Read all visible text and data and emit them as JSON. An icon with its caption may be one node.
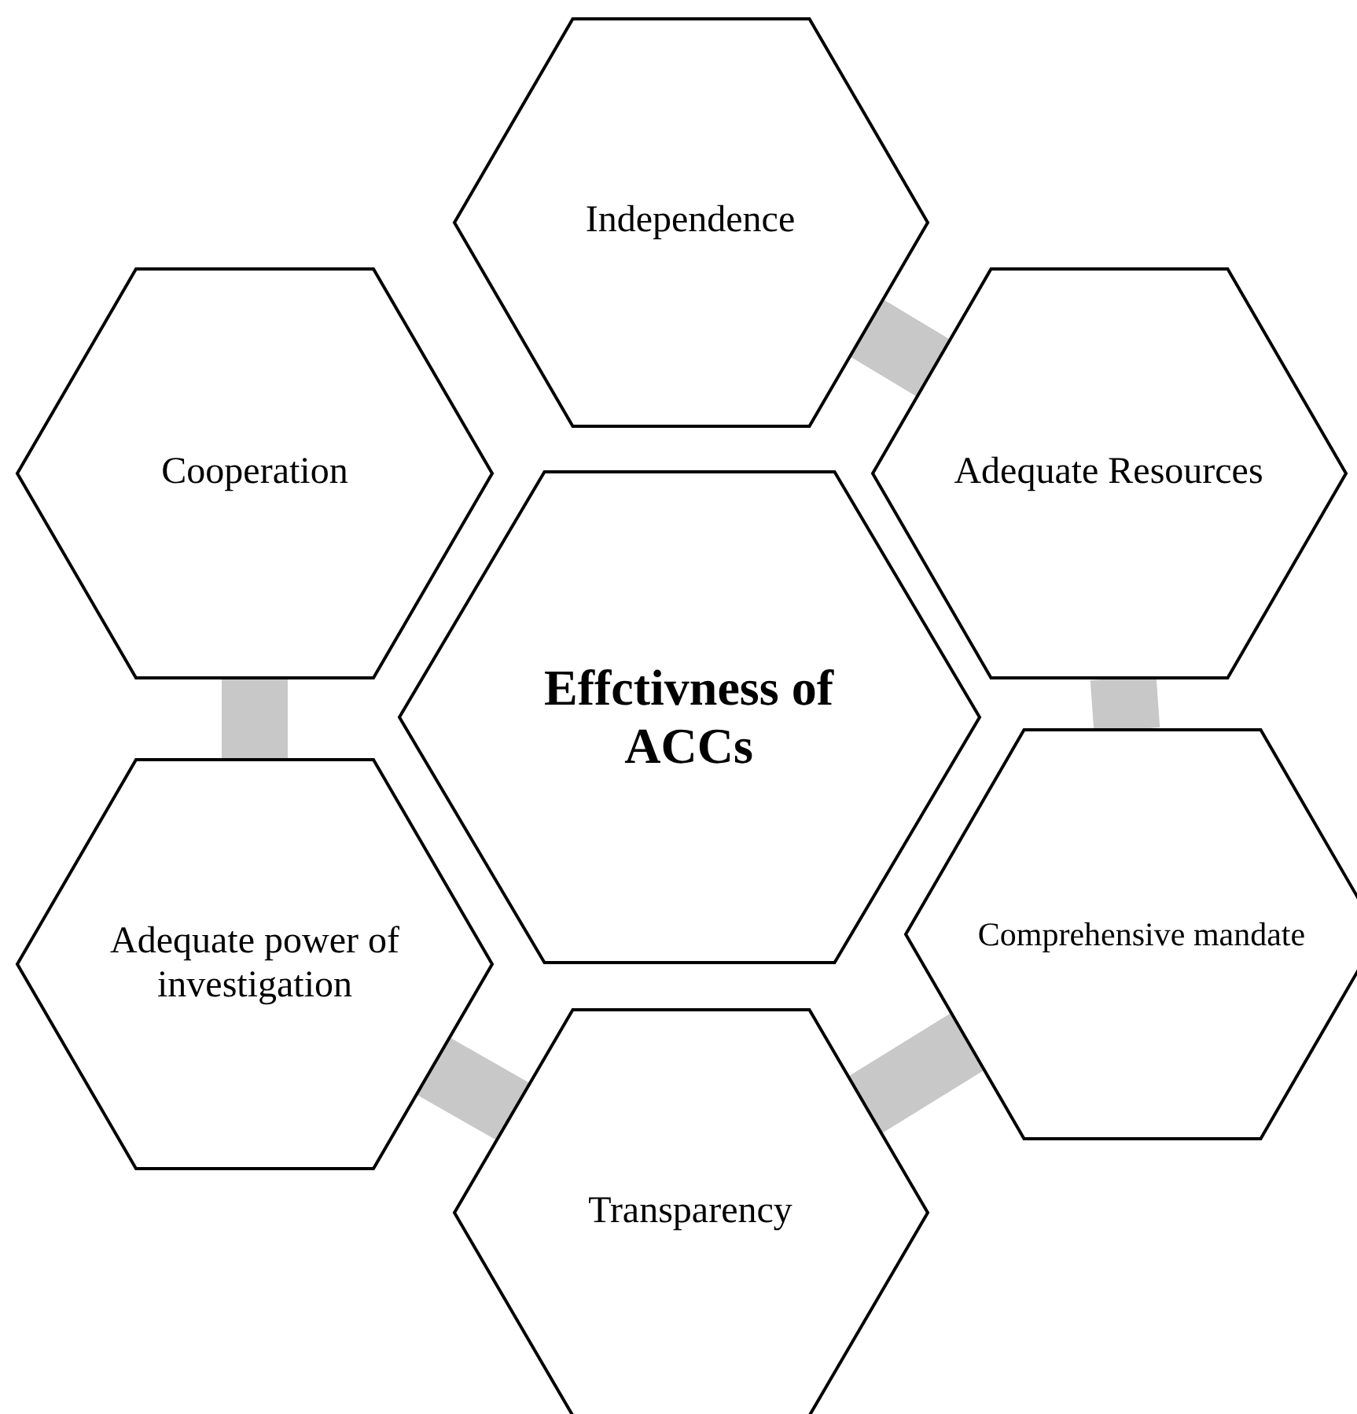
{
  "diagram": {
    "nodes": [
      {
        "text": [
          "Effctivness of ACCs"
        ]
      },
      {
        "text": [
          "Independence"
        ]
      },
      {
        "text": [
          "Adequate Resources"
        ]
      },
      {
        "text": [
          "Comprehensive mandate"
        ]
      },
      {
        "text": [
          "Transparency"
        ]
      },
      {
        "text": [
          "Adequate power of investigation"
        ]
      },
      {
        "text": [
          "Cooperation"
        ]
      }
    ],
    "edges": [
      {
        "from": 1,
        "to": 2,
        "arrow": "none"
      },
      {
        "from": 2,
        "to": 3,
        "arrow": "none"
      },
      {
        "from": 3,
        "to": 4,
        "arrow": "none"
      },
      {
        "from": 4,
        "to": 5,
        "arrow": "none"
      },
      {
        "from": 5,
        "to": 6,
        "arrow": "none"
      }
    ]
  }
}
